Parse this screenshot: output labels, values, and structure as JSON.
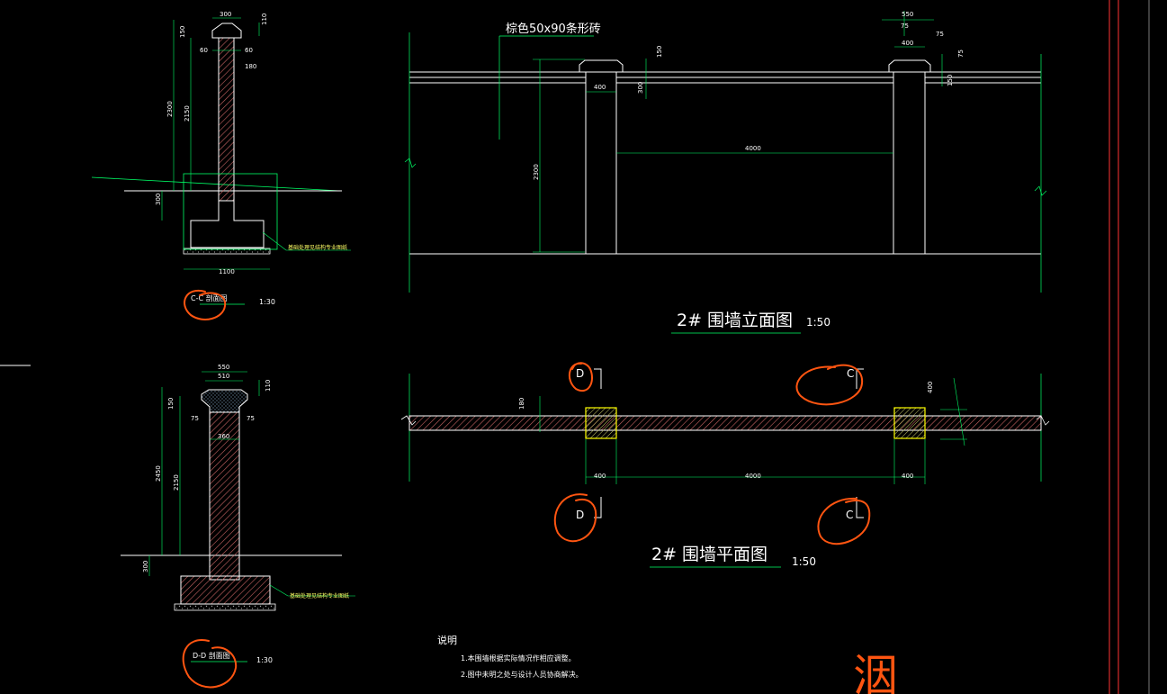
{
  "colors": {
    "background": "#000000",
    "wall_line": "#ffffff",
    "dimension_line": "#00ff66",
    "hatch": "#c86464",
    "column_outline": "#ffff00",
    "column_fill": "#c8c864",
    "red_border": "#ff3333",
    "marker": "#ff5511"
  },
  "section_cc": {
    "title": "C-C 剖面图",
    "scale": "1:30",
    "dims": {
      "cap_width": "300",
      "cap_height": "110",
      "left_60": "60",
      "right_60": "60",
      "wall_180": "180",
      "total_height": "2300",
      "wall_height": "2150",
      "top_150": "150",
      "footing_300": "300",
      "footing_width": "1100"
    },
    "foundation_note": "基础处理见结构专业图纸"
  },
  "section_dd": {
    "title": "D-D 剖面图",
    "scale": "1:30",
    "dims": {
      "cap_550": "550",
      "cap_510": "510",
      "cap_110": "110",
      "left_75": "75",
      "right_75": "75",
      "wall_360": "360",
      "total_2450": "2450",
      "wall_2150": "2150",
      "top_150": "150",
      "footing_300": "300"
    },
    "foundation_note": "基础处理见结构专业图纸"
  },
  "elevation": {
    "title": "2# 围墙立面图",
    "scale": "1:50",
    "material_label": "棕色50x90条形砖",
    "dims": {
      "pier_width": "400",
      "span": "4000",
      "height": "2300",
      "cap_150": "150",
      "top_550": "550",
      "top_400": "400",
      "top_75a": "75",
      "top_75b": "75",
      "right_75": "75",
      "right_150": "150",
      "left_150": "150",
      "left_300": "300"
    }
  },
  "plan": {
    "title": "2# 围墙平面图",
    "scale": "1:50",
    "dims": {
      "wall_180": "180",
      "pier_400_right": "400",
      "pier_400_a": "400",
      "span_4000": "4000",
      "pier_400_b": "400"
    },
    "markers": {
      "d_top": "D",
      "c_top": "C",
      "d_bottom": "D",
      "c_bottom": "C"
    }
  },
  "notes": {
    "heading": "说明",
    "items": [
      "1.本围墙根据实际情况作相应调整。",
      "2.图中未明之处与设计人员协商解决。"
    ]
  },
  "handwritten_mark": "洇"
}
